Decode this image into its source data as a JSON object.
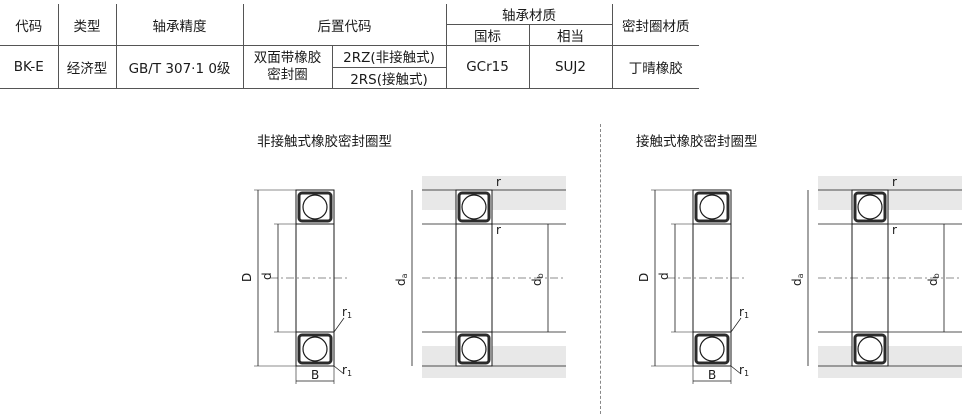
{
  "table": {
    "headers": {
      "code": "代码",
      "type": "类型",
      "precision": "轴承精度",
      "post_code": "后置代码",
      "material": "轴承材质",
      "material_cn": "国标",
      "material_equiv": "相当",
      "seal_material": "密封圈材质"
    },
    "row": {
      "code": "BK-E",
      "type": "经济型",
      "precision": "GB/T 307·1  0级",
      "seal_type": "双面带橡胶密封圈",
      "post_code_1": "2RZ(非接触式)",
      "post_code_2": "2RS(接触式)",
      "material_cn": "GCr15",
      "material_equiv": "SUJ2",
      "seal_material": "丁晴橡胶"
    }
  },
  "diagrams": {
    "left_title": "非接触式橡胶密封圈型",
    "right_title": "接触式橡胶密封圈型",
    "labels": {
      "D": "D",
      "d": "d",
      "B": "B",
      "r1": "r",
      "r1_sub": "1",
      "r": "r",
      "da": "d",
      "da_sub": "a",
      "db": "d",
      "db_sub": "b"
    }
  },
  "colors": {
    "line": "#1a1a1a",
    "shade": "#e8e8e8",
    "seal_dark": "#2b2b2b",
    "border": "#555555"
  }
}
